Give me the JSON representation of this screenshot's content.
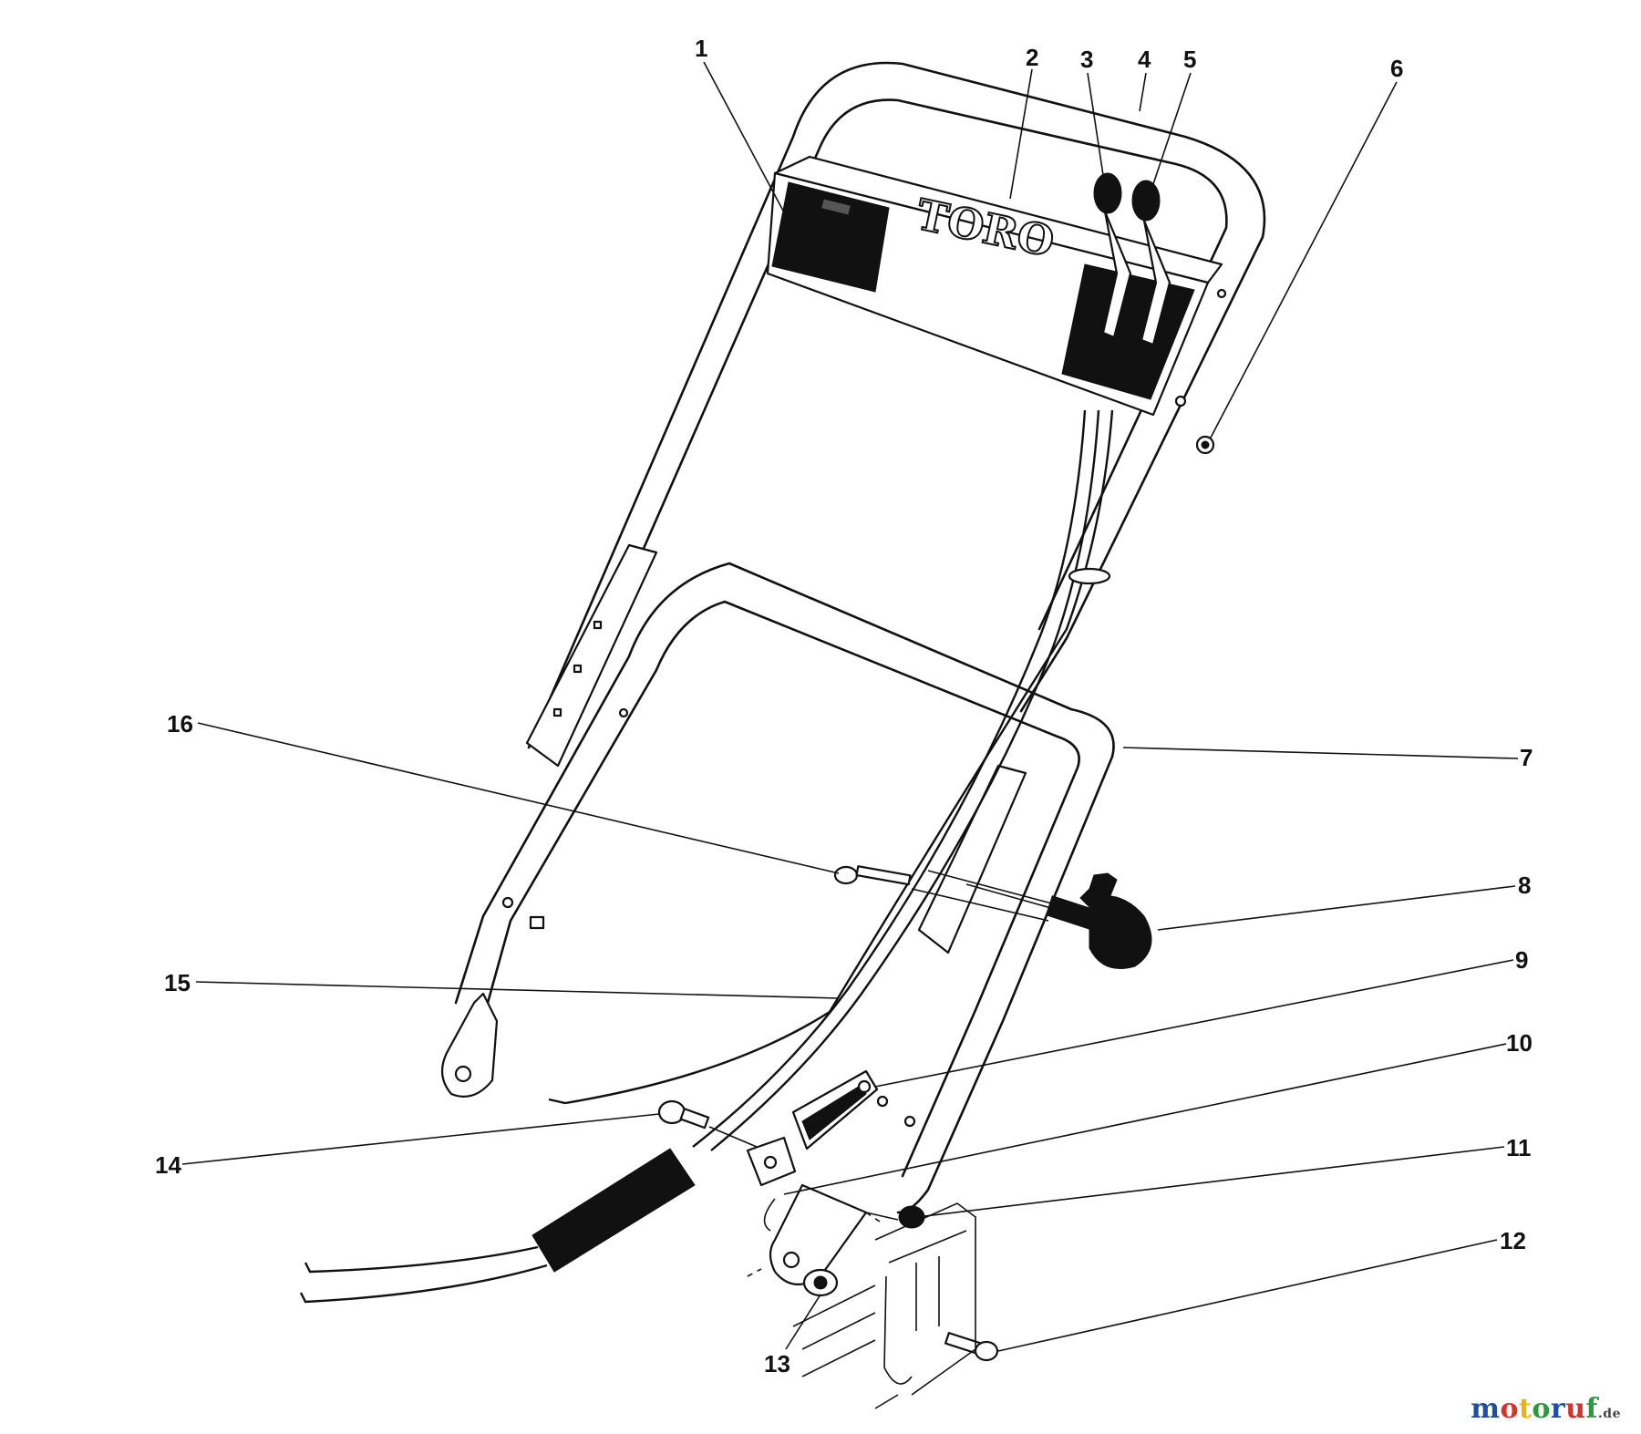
{
  "decal": {
    "brand": "TORO"
  },
  "callouts": [
    "1",
    "2",
    "3",
    "4",
    "5",
    "6",
    "7",
    "8",
    "9",
    "10",
    "11",
    "12",
    "13",
    "14",
    "15",
    "16"
  ],
  "watermark": {
    "text": "motoruf",
    "suffix": ".de",
    "colors": [
      "#1f4fa3",
      "#d4322c",
      "#f0b400",
      "#2e9a3e",
      "#1f4fa3",
      "#d4322c",
      "#2e9a3e"
    ]
  }
}
